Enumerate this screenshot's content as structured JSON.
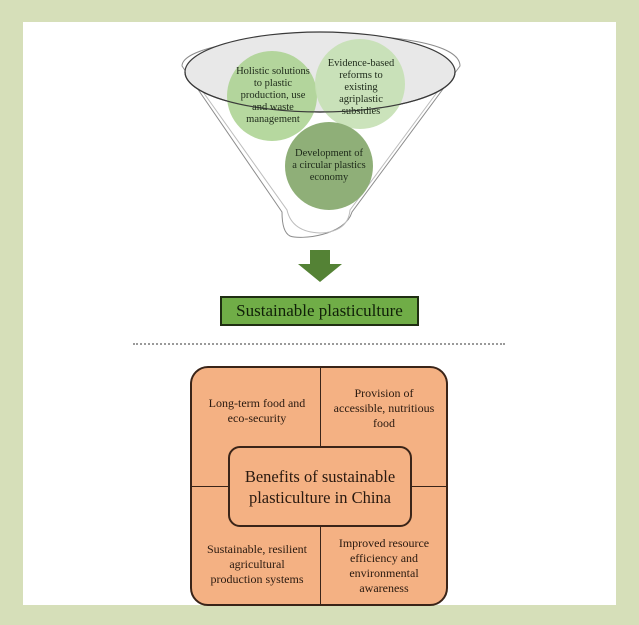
{
  "funnel": {
    "circles": [
      {
        "id": "holistic",
        "text": "Holistic solutions to plastic production, use and waste management",
        "lines": [
          "Holistic solutions",
          "to plastic",
          "production, use",
          "and waste",
          "management"
        ],
        "color": "#a9d18e"
      },
      {
        "id": "evidence",
        "text": "Evidence-based reforms to existing agriplastic subsidies",
        "lines": [
          "Evidence-based",
          "reforms to",
          "existing",
          "agriplastic",
          "subsidies"
        ],
        "color": "#c5e0b4"
      },
      {
        "id": "circular",
        "text": "Development of a circular plastics economy",
        "lines": [
          "Development of",
          "a circular plastics",
          "economy"
        ],
        "color": "#8faf78"
      }
    ],
    "arrow_color": "#548235"
  },
  "outcome": {
    "label": "Sustainable plasticulture",
    "color": "#70ad47"
  },
  "benefits": {
    "center_lines": [
      "Benefits of sustainable",
      "plasticulture in China"
    ],
    "quadrants": [
      {
        "position": "top-left",
        "lines": [
          "Long-term food and",
          "eco-security"
        ]
      },
      {
        "position": "top-right",
        "lines": [
          "Provision of",
          "accessible, nutritious",
          "food"
        ]
      },
      {
        "position": "bottom-left",
        "lines": [
          "Sustainable, resilient",
          "agricultural",
          "production systems"
        ]
      },
      {
        "position": "bottom-right",
        "lines": [
          "Improved resource",
          "efficiency and",
          "environmental",
          "awareness"
        ]
      }
    ],
    "color": "#f4b183"
  },
  "frame_color": "#d6dfb9"
}
